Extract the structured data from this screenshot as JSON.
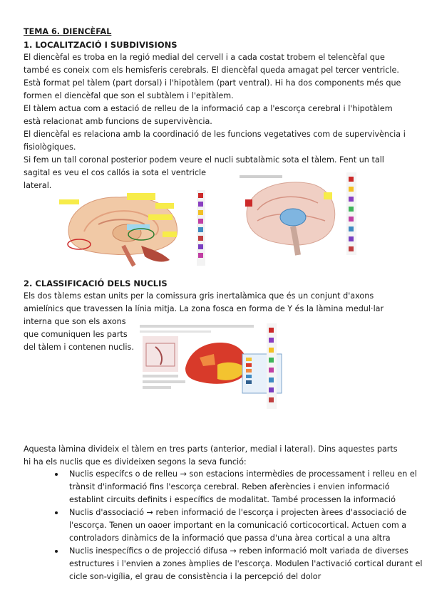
{
  "title": "TEMA 6. DIENCÈFAL",
  "section1": {
    "heading": "1. LOCALITZACIÓ I SUBDIVISIONS",
    "lines": [
      "El diencèfal es troba en la regió medial del cervell i a cada costat trobem el telencèfal que",
      "també es coneix com els hemisferis cerebrals. El diencèfal queda amagat pel tercer ventricle.",
      "Està format pel tàlem (part dorsal) i l'hipotàlem (part ventral). Hi ha dos components més que",
      "formen el diencèfal que son el subtàlem i l'epitàlem.",
      "El tàlem actua com a estació de relleu de la informació cap a l'escorça cerebral i l'hipotàlem",
      "està relacionat amb funcions de supervivència.",
      "El diencèfal es relaciona amb la coordinació de les funcions vegetatives com de supervivència i",
      "fisiològiques.",
      "Si fem un tall coronal posterior podem veure el nucli subtalàmic sota el tàlem. Fent un tall",
      "sagital es veu el cos callós ia  sota el ventricle",
      "lateral."
    ]
  },
  "section2": {
    "heading": "2. CLASSIFICACIÓ DELS NUCLIS",
    "lines": [
      "Els dos tàlems estan units per la comissura gris inertalàmica que és un conjunt d'axons",
      "amielínics que travessen la línia mitja. La zona fosca en forma de Y és la làmina medul·lar",
      "interna que son els axons",
      "que comuniquen les parts",
      "del tàlem i contenen nuclis."
    ],
    "para2": [
      "Aquesta làmina divideix el tàlem en tres parts (anterior, medial i lateral). Dins aquestes parts",
      "hi ha els nuclis que es divideixen segons la seva funció:"
    ],
    "bullets": [
      [
        "Nuclis específcs o de relleu → son estacions intermèdies de processament i relleu en el",
        "trànsit d'informació fins l'escorça cerebral. Reben aferències i envien informació",
        "establint circuits definits i específics de modalitat. També processen la informació"
      ],
      [
        "Nuclis d'associació → reben informació de l'escorça i projecten àrees d'associació de",
        "l'escorça. Tenen un oaoer important en la comunicació corticocortical. Actuen com a",
        "controladors dinàmics de la informació que passa d'una àrea cortical a una altra"
      ],
      [
        "Nuclis inespecífics o de projecció difusa → reben informació molt variada de diverses",
        "estructures i l'envien a zones àmplies de l'escorça. Modulen l'activació cortical durant el",
        "cicle son-vigília, el grau de consistència i la percepció del dolor"
      ]
    ]
  },
  "figures": {
    "fig1": "sagittal-brain-diagram",
    "fig2": "brain-thalamus-diagram",
    "fig3": "thalamus-nuclei-diagram"
  }
}
